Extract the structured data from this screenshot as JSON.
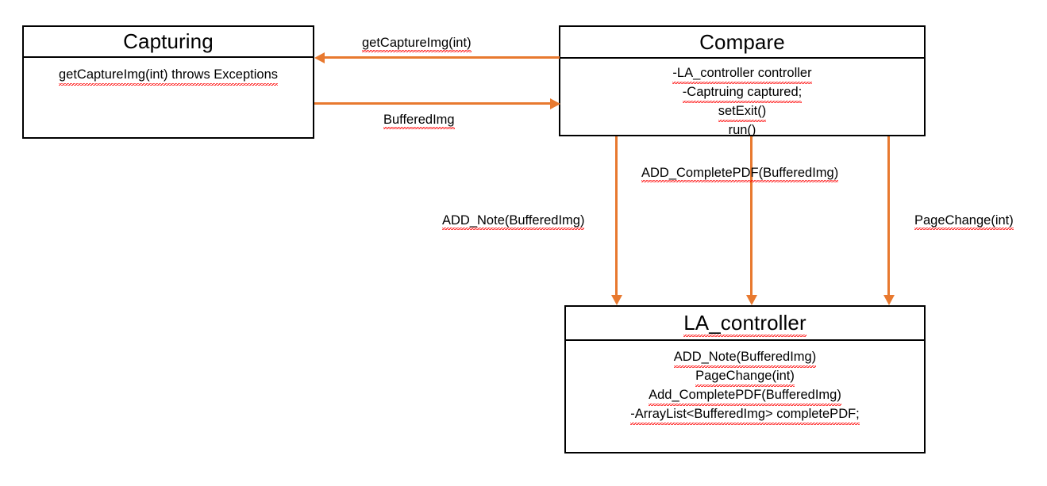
{
  "diagram": {
    "type": "uml-class-diagram",
    "background_color": "#ffffff",
    "box_border_color": "#000000",
    "connector_color": "#e8792f",
    "spellcheck_underline_color": "#ff0000"
  },
  "classes": [
    {
      "id": "capturing",
      "title": "Capturing",
      "members": [
        "getCaptureImg(int) throws Exceptions"
      ]
    },
    {
      "id": "compare",
      "title": "Compare",
      "members": [
        "-LA_controller controller",
        "-Captruing captured;",
        "setExit()",
        "run()"
      ]
    },
    {
      "id": "la_controller",
      "title": "LA_controller",
      "members": [
        "ADD_Note(BufferedImg)",
        "PageChange(int)",
        "Add_CompletePDF(BufferedImg)",
        "-ArrayList<BufferedImg>  completePDF;"
      ]
    }
  ],
  "connectors": [
    {
      "id": "compare-to-capturing",
      "label": "getCaptureImg(int)",
      "from": "compare",
      "to": "capturing",
      "direction": "left"
    },
    {
      "id": "capturing-to-compare",
      "label": "BufferedImg",
      "from": "capturing",
      "to": "compare",
      "direction": "right"
    },
    {
      "id": "compare-to-controller-note",
      "label": "ADD_Note(BufferedImg)",
      "from": "compare",
      "to": "la_controller",
      "direction": "down"
    },
    {
      "id": "compare-to-controller-pdf",
      "label": "ADD_CompletePDF(BufferedImg)",
      "from": "compare",
      "to": "la_controller",
      "direction": "down"
    },
    {
      "id": "compare-to-controller-page",
      "label": "PageChange(int)",
      "from": "compare",
      "to": "la_controller",
      "direction": "down"
    }
  ]
}
